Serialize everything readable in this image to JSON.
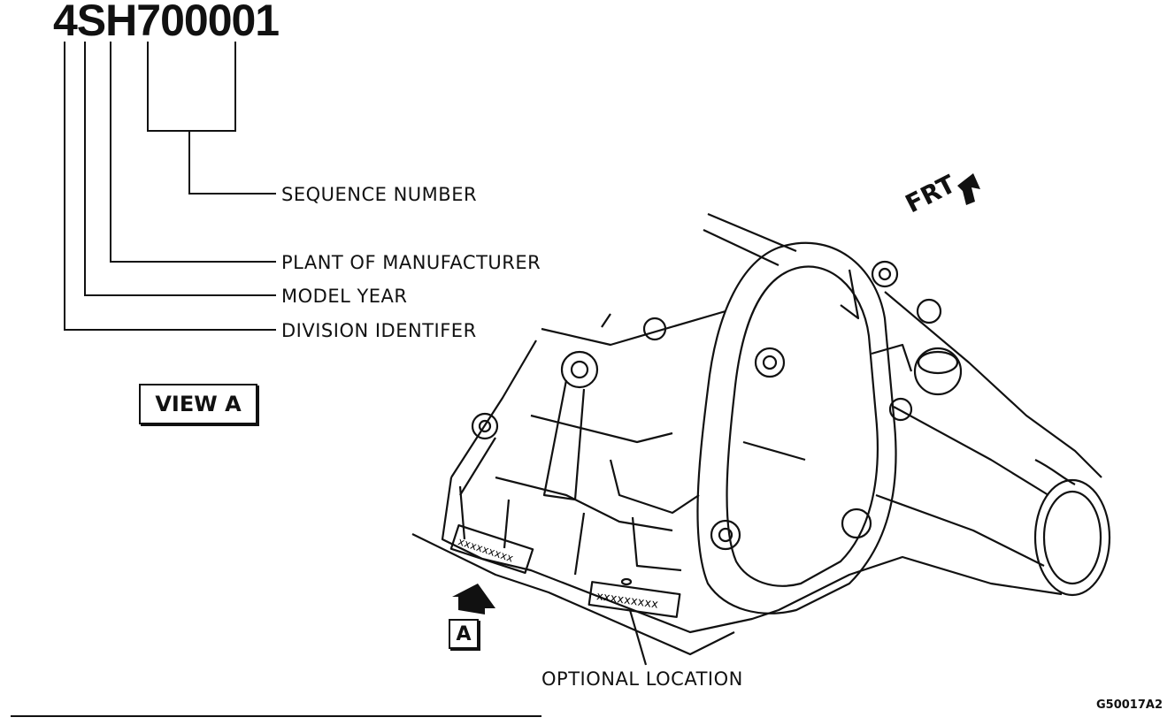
{
  "serial_number": "4SH700001",
  "callouts": {
    "sequence_number": "SEQUENCE NUMBER",
    "plant_of_manufacturer": "PLANT OF MANUFACTURER",
    "model_year": "MODEL YEAR",
    "division_identifier": "DIVISION IDENTIFER"
  },
  "view_label": "VIEW A",
  "direction_label": "FRT",
  "view_marker": "A",
  "optional_location": "OPTIONAL LOCATION",
  "stamp_text": "xxxxxxxxx",
  "figure_code": "G50017A2"
}
